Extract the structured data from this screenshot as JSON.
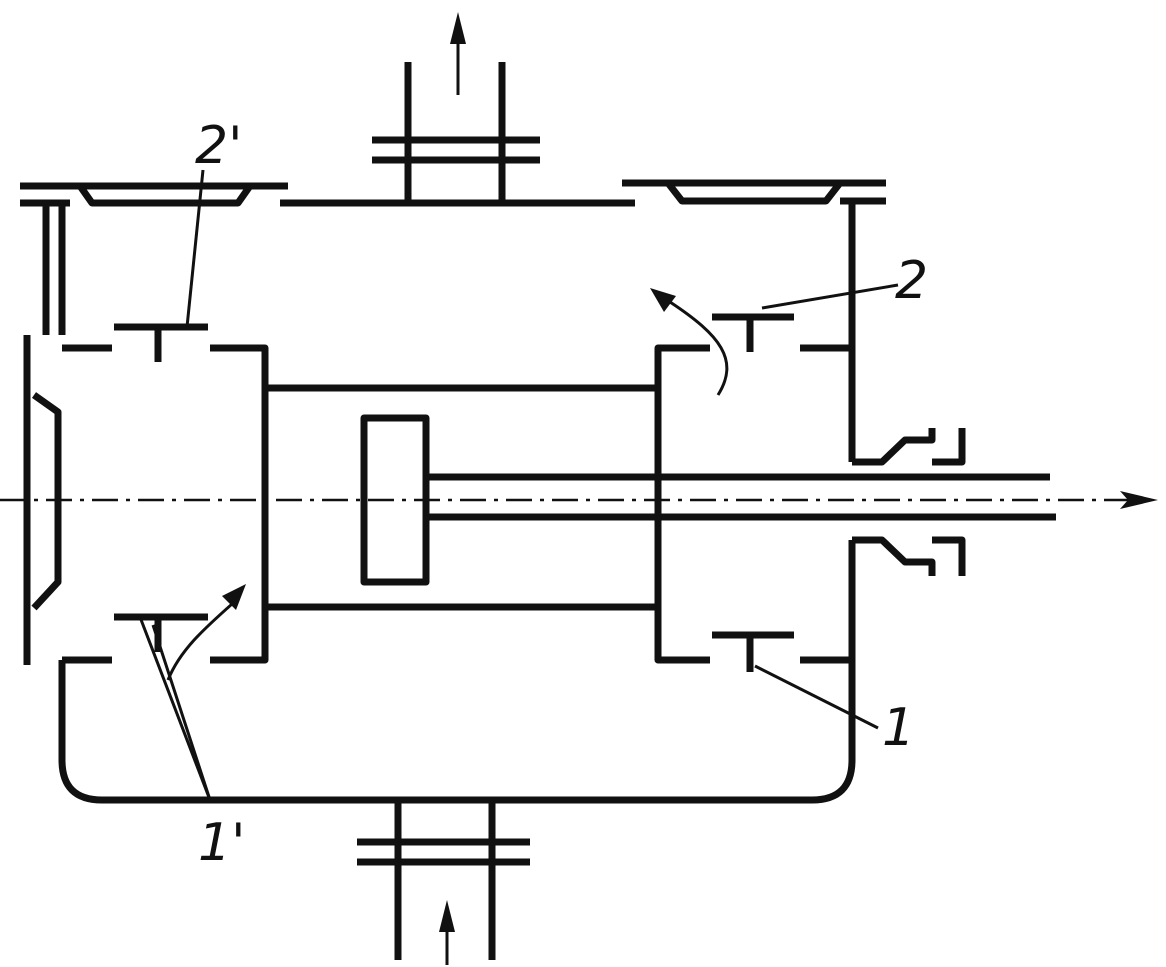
{
  "labels": {
    "valve_1": "1",
    "valve_1_prime": "1'",
    "valve_2": "2",
    "valve_2_prime": "2'"
  },
  "colors": {
    "ink": "#111111",
    "background": "#ffffff"
  }
}
